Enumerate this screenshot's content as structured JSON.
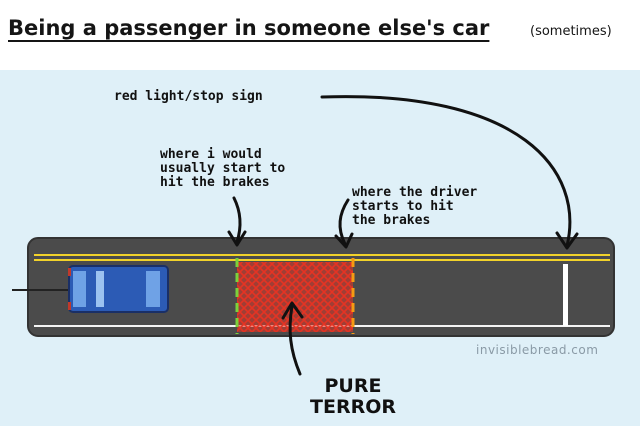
{
  "header": {
    "title": "Being a passenger in someone else's car",
    "subtitle": "(sometimes)"
  },
  "labels": {
    "stop_sign": "red light/stop sign",
    "my_brake_point": "where i would\nusually start to\nhit the brakes",
    "driver_brake_point": "where the driver\nstarts to hit\nthe brakes",
    "terror": "PURE\nTERROR"
  },
  "credit": "invisiblebread.com",
  "colors": {
    "background": "#dff0f8",
    "road": "#4b4b4b",
    "center_line": "#f2d22a",
    "car_body": "#2c5bb5",
    "terror_zone": "#e53323",
    "my_brake_line": "#7bd13b",
    "driver_brake_line": "#f59b12"
  }
}
